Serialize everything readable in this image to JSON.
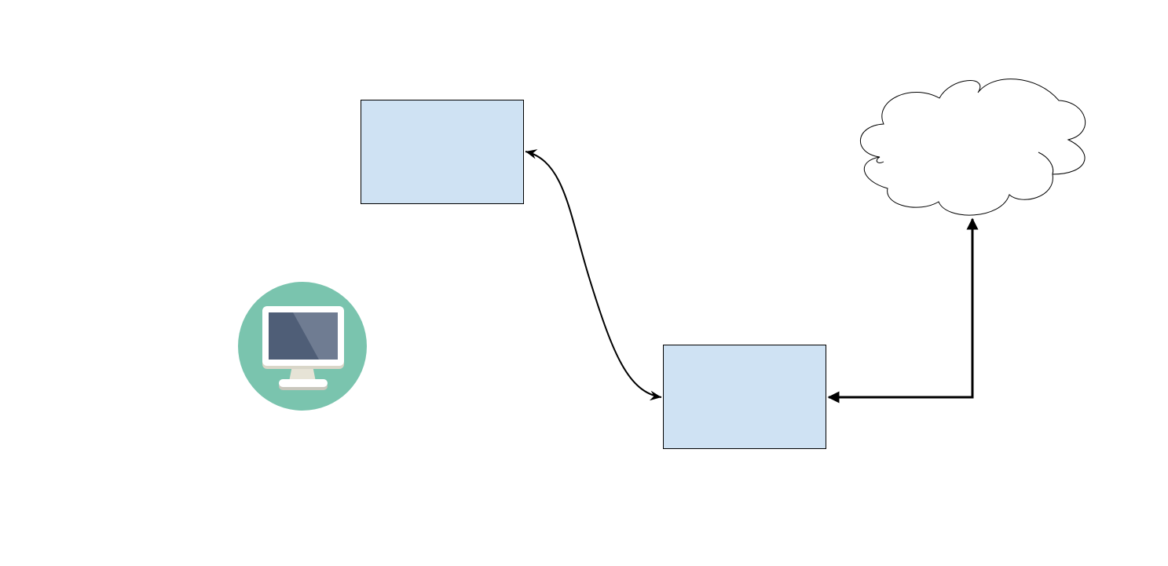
{
  "diagram": {
    "nodes": [
      {
        "id": "box-top",
        "shape": "rectangle",
        "label": ""
      },
      {
        "id": "box-bottom",
        "shape": "rectangle",
        "label": ""
      },
      {
        "id": "cloud",
        "shape": "cloud",
        "label": ""
      },
      {
        "id": "computer",
        "shape": "icon",
        "icon": "computer-monitor-icon",
        "label": ""
      }
    ],
    "edges": [
      {
        "id": "edge-box-top-box-bottom",
        "from": "box-top",
        "to": "box-bottom",
        "style": "curved",
        "arrows": "both"
      },
      {
        "id": "edge-box-bottom-cloud",
        "from": "box-bottom",
        "to": "cloud",
        "style": "orthogonal-bold",
        "arrows": "both"
      }
    ]
  },
  "colors": {
    "box_fill": "#cfe2f3",
    "box_stroke": "#000000",
    "cloud_fill": "#ffffff",
    "edge_stroke": "#000000",
    "icon_circle": "#7ac4ae",
    "icon_bezel": "#ffffff",
    "icon_screen_dark": "#4f5e77",
    "icon_screen_light": "#6f7c92",
    "icon_stand": "#e6e3d6",
    "icon_base_shadow": "#c9c7bd"
  }
}
